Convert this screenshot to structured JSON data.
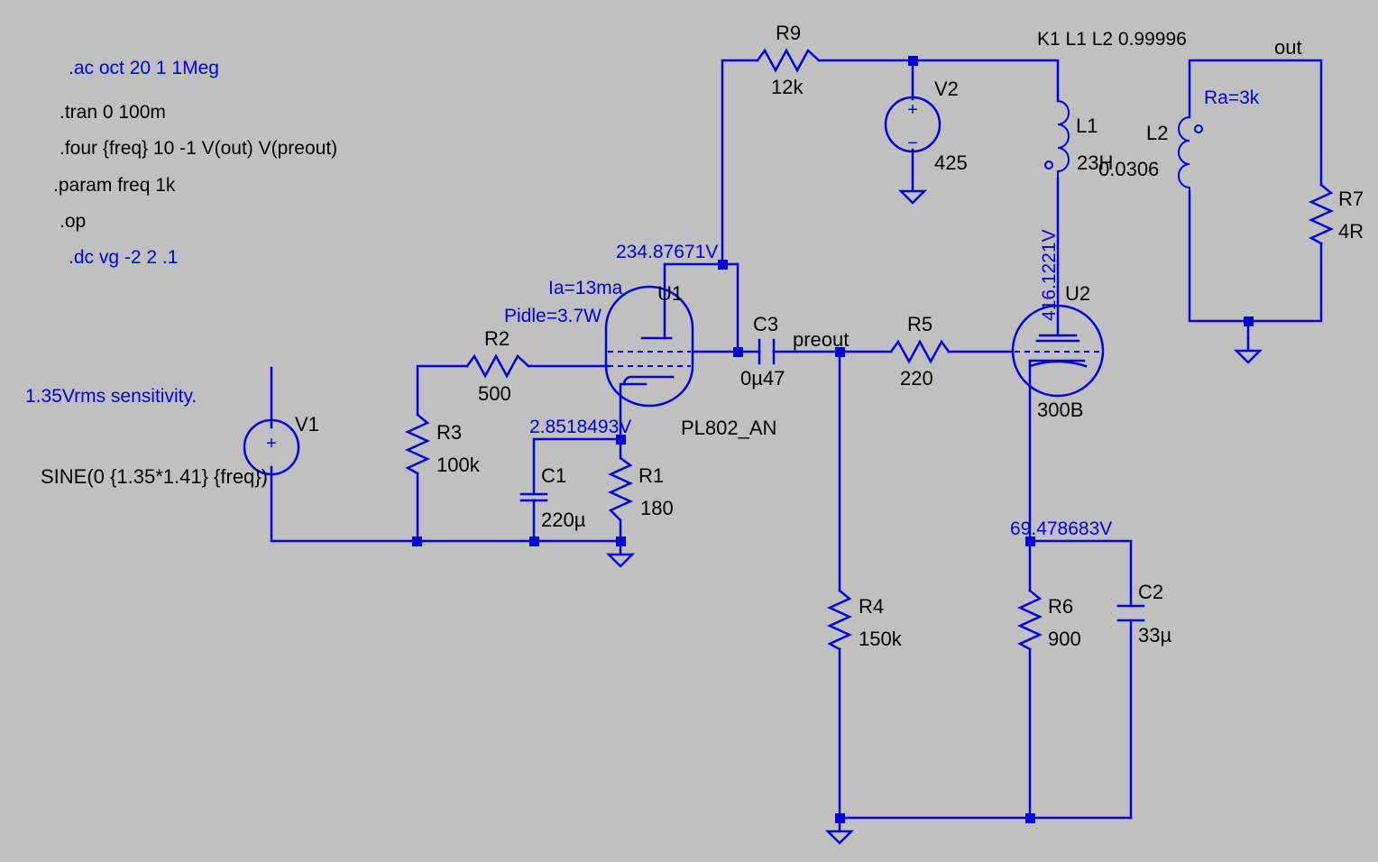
{
  "colors": {
    "background": "#c0c0c0",
    "wire": "#0000dc",
    "text": "#000000",
    "voltage_label": "#0000dc"
  },
  "directives": {
    "ac": ".ac oct 20 1 1Meg",
    "tran": ".tran 0 100m",
    "four": ".four {freq} 10 -1 V(out) V(preout)",
    "param": ".param freq 1k",
    "op": ".op",
    "dc": ".dc vg -2 2 .1",
    "coupling": "K1 L1 L2 0.99996"
  },
  "notes": {
    "sensitivity": "1.35Vrms sensitivity.",
    "ia": "Ia=13ma",
    "pidle": "Pidle=3.7W",
    "ra": "Ra=3k"
  },
  "components": {
    "R1": {
      "name": "R1",
      "value": "180"
    },
    "R2": {
      "name": "R2",
      "value": "500"
    },
    "R3": {
      "name": "R3",
      "value": "100k"
    },
    "R4": {
      "name": "R4",
      "value": "150k"
    },
    "R5": {
      "name": "R5",
      "value": "220"
    },
    "R6": {
      "name": "R6",
      "value": "900"
    },
    "R7": {
      "name": "R7",
      "value": "4R"
    },
    "R9": {
      "name": "R9",
      "value": "12k"
    },
    "C1": {
      "name": "C1",
      "value": "220µ"
    },
    "C2": {
      "name": "C2",
      "value": "33µ"
    },
    "C3": {
      "name": "C3",
      "value": "0µ47"
    },
    "L1": {
      "name": "L1",
      "value": "23H"
    },
    "L2": {
      "name": "L2",
      "value": "0.0306"
    },
    "V1": {
      "name": "V1",
      "value": "SINE(0 {1.35*1.41} {freq})"
    },
    "V2": {
      "name": "V2",
      "value": "425"
    },
    "U1": {
      "name": "U1",
      "value": "PL802_AN"
    },
    "U2": {
      "name": "U2",
      "value": "300B"
    }
  },
  "nets": {
    "preout": "preout",
    "out": "out"
  },
  "node_voltages": {
    "u1_plate": "234.87671V",
    "u1_cathode": "2.8518493V",
    "u2_plate": "416.1221V",
    "u2_cathode": "69.478683V"
  },
  "icons": {
    "ground": "ground-icon",
    "voltage_source": "voltage-source-icon",
    "resistor": "resistor-icon",
    "capacitor": "capacitor-icon",
    "inductor": "inductor-icon",
    "tube": "vacuum-tube-icon"
  }
}
